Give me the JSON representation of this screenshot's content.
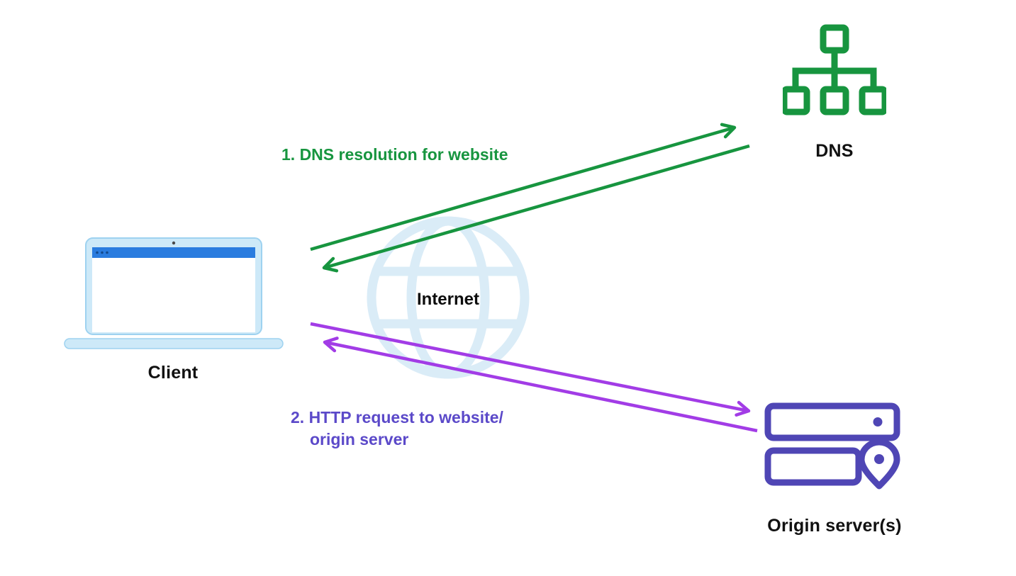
{
  "diagram": {
    "nodes": {
      "client": {
        "label": "Client"
      },
      "dns": {
        "label": "DNS"
      },
      "internet": {
        "label": "Internet"
      },
      "origin": {
        "label": "Origin server(s)"
      }
    },
    "steps": {
      "step1": {
        "label": "1. DNS resolution for website"
      },
      "step2": {
        "line1": "2. HTTP request to website/",
        "line2": "origin server"
      }
    },
    "colors": {
      "green": "#17953f",
      "purple_arrow": "#a23ce6",
      "indigo": "#4f46b5",
      "indigo_text": "#5b49c9",
      "laptop_blue": "#cde9f8",
      "laptop_edge": "#9ed2f0",
      "titlebar_blue": "#2a7cdf",
      "globe_blue": "#daecf7",
      "text_dark": "#111111",
      "background": "#ffffff"
    }
  }
}
